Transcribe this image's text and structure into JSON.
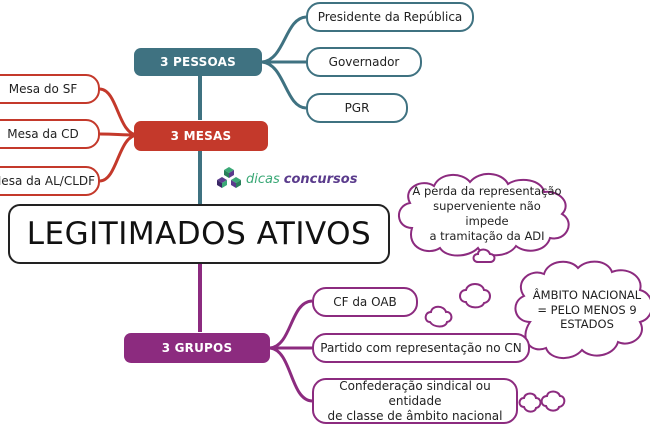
{
  "main_title": "LEGITIMADOS ATIVOS",
  "logo": {
    "part1": "dicas",
    "part2": "concursos",
    "icon": "cube-cluster-icon"
  },
  "branches": {
    "pessoas": {
      "label": "3 PESSOAS",
      "color": "#3f7281",
      "items": [
        "Presidente da República",
        "Governador",
        "PGR"
      ]
    },
    "mesas": {
      "label": "3 MESAS",
      "color": "#c4392b",
      "items": [
        "Mesa do SF",
        "Mesa da CD",
        "Mesa da AL/CLDF"
      ]
    },
    "grupos": {
      "label": "3 GRUPOS",
      "color": "#8c2b7f",
      "items": [
        "CF da OAB",
        "Partido com representação no CN",
        "Confederação sindical ou entidade",
        "de classe de âmbito nacional"
      ]
    }
  },
  "notes": {
    "perda": [
      "A perda da representação",
      "superveniente não impede",
      "a tramitação da ADI"
    ],
    "ambito": [
      "ÂMBITO NACIONAL",
      "= PELO MENOS 9",
      "ESTADOS"
    ]
  }
}
